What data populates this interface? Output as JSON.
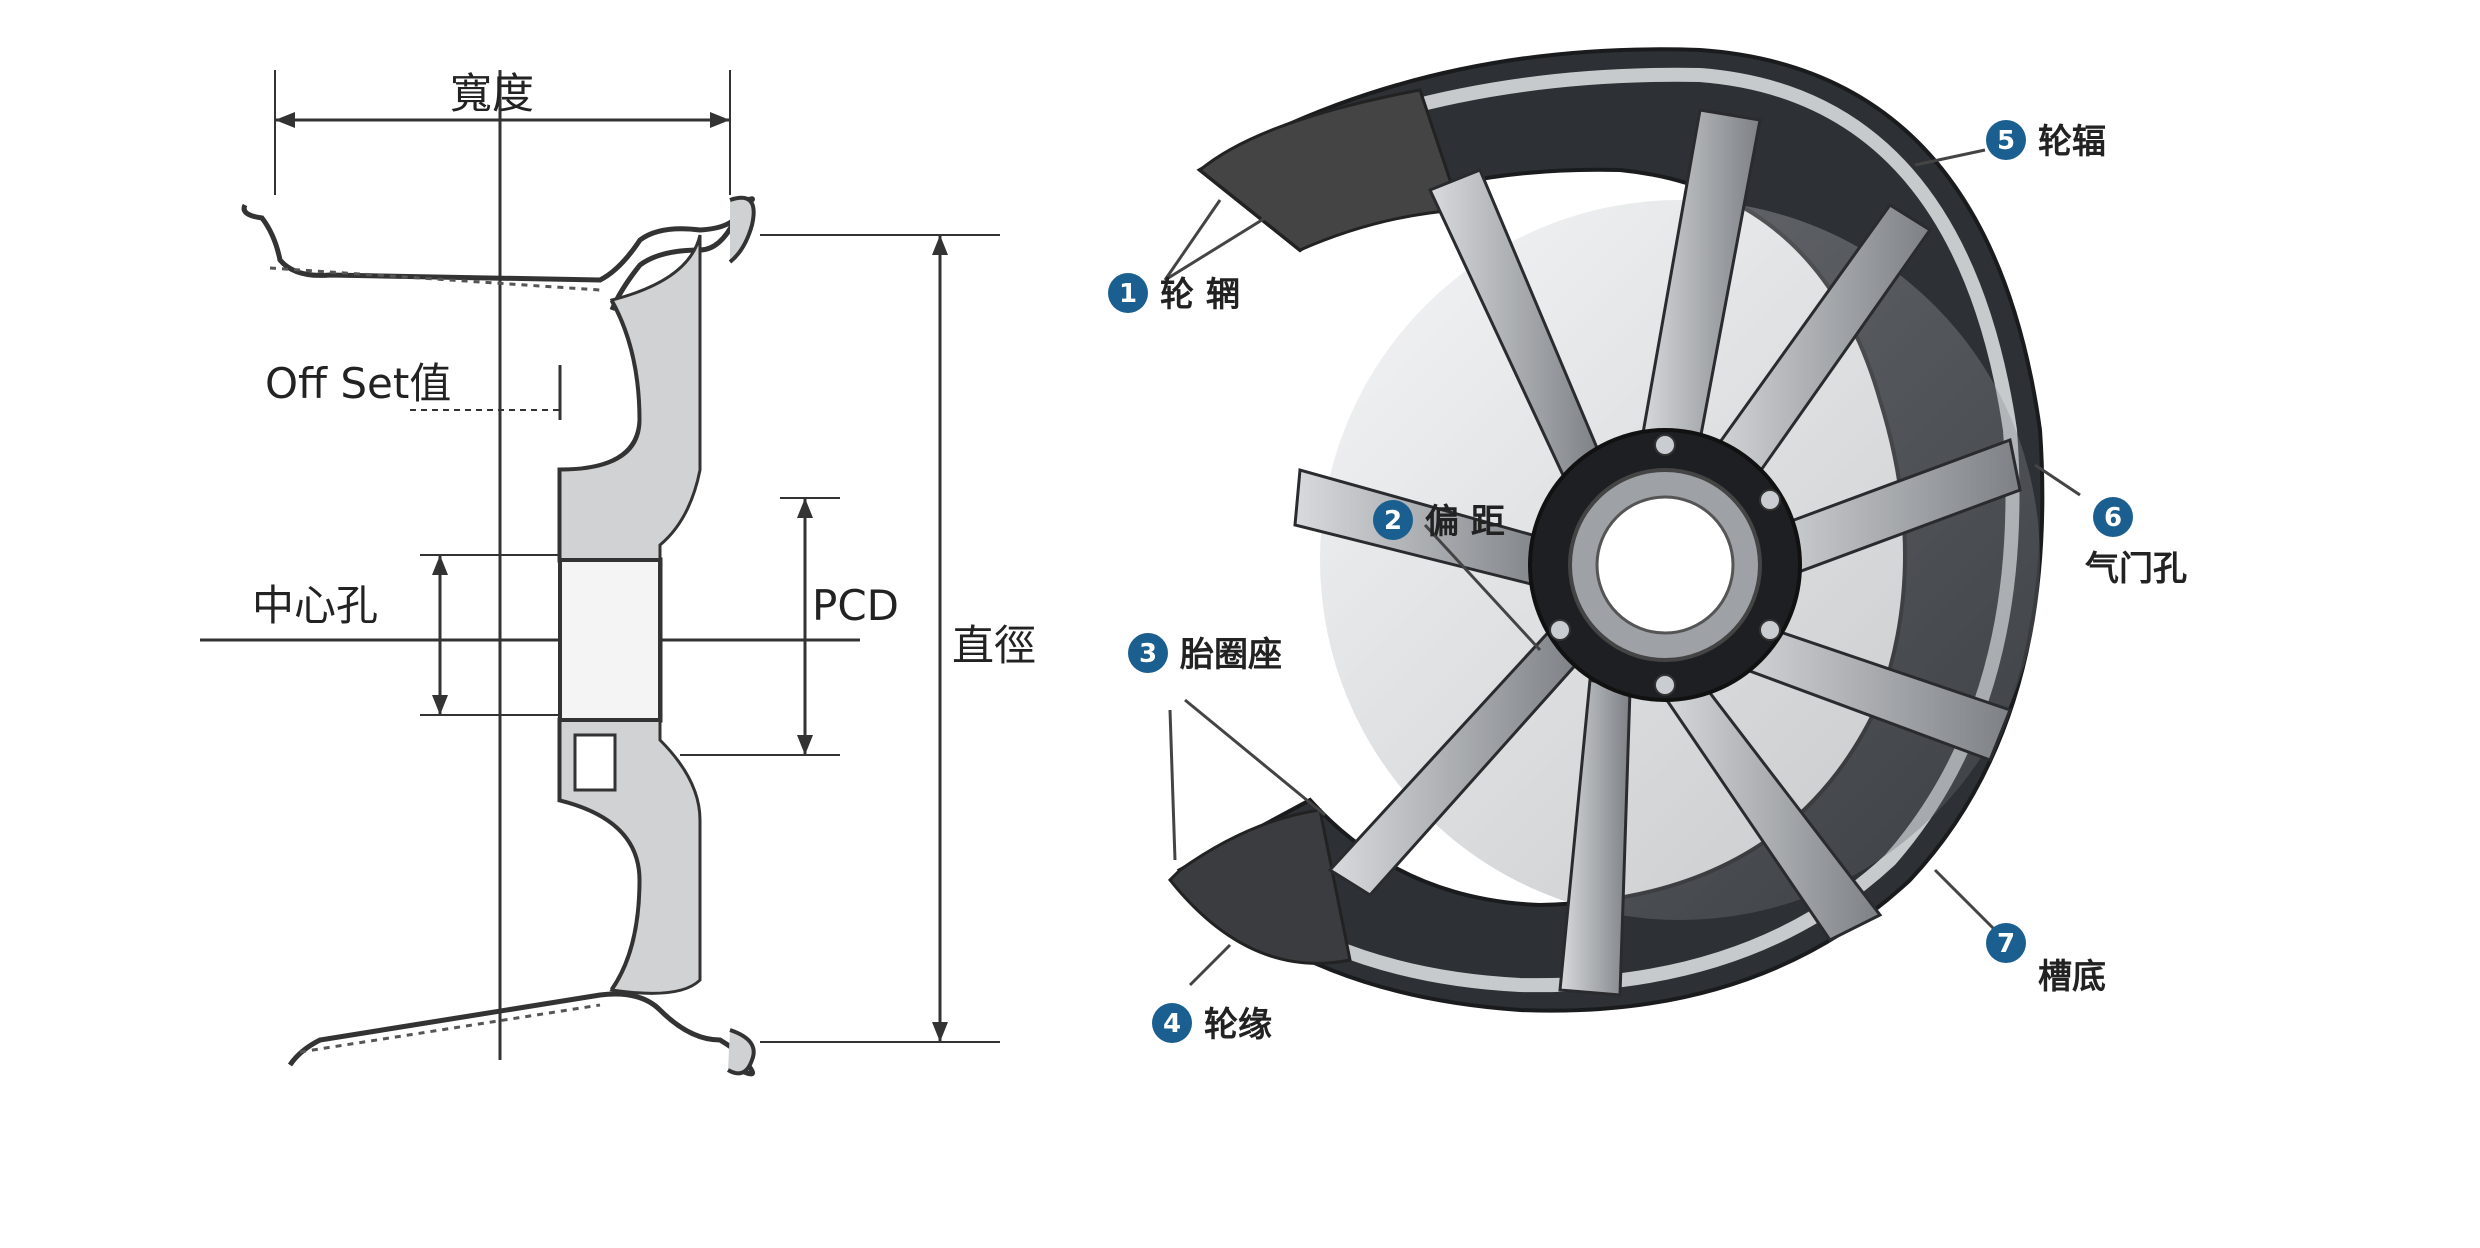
{
  "cross_section": {
    "labels": {
      "width": "寬度",
      "offset": "Off Set值",
      "center_bore": "中心孔",
      "pcd": "PCD",
      "diameter": "直徑"
    }
  },
  "wheel": {
    "callouts": [
      {
        "num": "1",
        "text": "轮 辋"
      },
      {
        "num": "2",
        "text": "偏 距"
      },
      {
        "num": "3",
        "text": "胎圈座"
      },
      {
        "num": "4",
        "text": "轮缘"
      },
      {
        "num": "5",
        "text": "轮辐"
      },
      {
        "num": "6",
        "text": "气门孔"
      },
      {
        "num": "7",
        "text": "槽底"
      }
    ]
  },
  "colors": {
    "badge": "#1a5f8f",
    "metal_light": "#b9bcbf",
    "metal_dark": "#2b2d30",
    "line": "#333333"
  }
}
